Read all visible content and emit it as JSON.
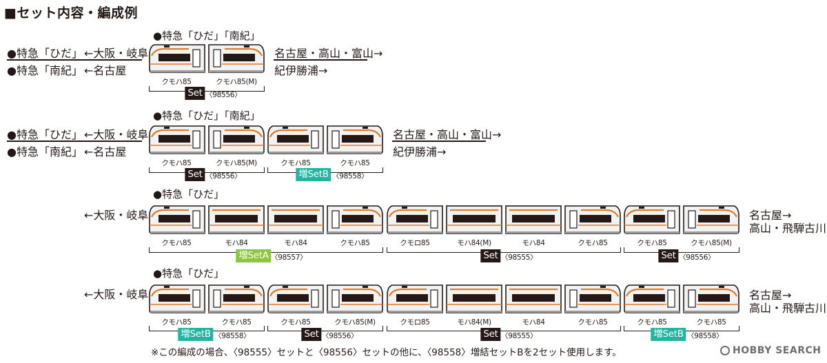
{
  "title": "■セット内容・編成例",
  "colors": {
    "accent": "#e07b2a",
    "set_dark": "#231815",
    "set_b": "#23b4a0",
    "set_a": "#8cc63f"
  },
  "rows": [
    {
      "service": "●特急「ひだ」「南紀」",
      "left_labels": [
        "●特急「ひだ」",
        "●特急「南紀」"
      ],
      "from_labels": [
        "←大阪・岐阜",
        "←名古屋"
      ],
      "to_labels": [
        "名古屋・高山・富山→",
        "紀伊勝浦→"
      ],
      "cars": [
        "クモハ85",
        "クモハ85(M)"
      ],
      "groups": [
        {
          "name": "Set",
          "code": "〈98556〉"
        }
      ]
    },
    {
      "service": "●特急「ひだ」「南紀」",
      "left_labels": [
        "●特急「ひだ」",
        "●特急「南紀」"
      ],
      "from_labels": [
        "←大阪・岐阜",
        "←名古屋"
      ],
      "to_labels": [
        "名古屋・高山・富山→",
        "紀伊勝浦→"
      ],
      "cars": [
        "クモハ85",
        "クモハ85(M)",
        "クモハ85",
        "クモハ85"
      ],
      "groups": [
        {
          "name": "Set",
          "code": "〈98556〉"
        },
        {
          "name": "増SetB",
          "code": "〈98558〉"
        }
      ]
    },
    {
      "service": "●特急「ひだ」",
      "from_labels": [
        "←大阪・岐阜"
      ],
      "to_labels": [
        "名古屋→",
        "高山・飛騨古川"
      ],
      "cars": [
        "クモハ85",
        "モハ84",
        "モハ84",
        "クモハ85",
        "クモロ85",
        "モハ84(M)",
        "モハ84",
        "クモハ85",
        "クモハ85",
        "クモハ85(M)"
      ],
      "groups": [
        {
          "name": "増SetA",
          "code": "〈98557〉"
        },
        {
          "name": "Set",
          "code": "〈98555〉"
        },
        {
          "name": "Set",
          "code": "〈98556〉"
        }
      ]
    },
    {
      "service": "●特急「ひだ」",
      "from_labels": [
        "←大阪・岐阜"
      ],
      "to_labels": [
        "名古屋→",
        "高山・飛騨古川"
      ],
      "cars": [
        "クモハ85",
        "クモハ85",
        "クモハ85",
        "クモハ85(M)",
        "クモロ85",
        "モハ84(M)",
        "モハ84",
        "クモハ85",
        "クモハ85",
        "クモハ85"
      ],
      "groups": [
        {
          "name": "増SetB",
          "code": "〈98558〉"
        },
        {
          "name": "Set",
          "code": "〈98556〉"
        },
        {
          "name": "Set",
          "code": "〈98555〉"
        },
        {
          "name": "増SetB",
          "code": "〈98558〉"
        }
      ]
    }
  ],
  "note": "※この編成の場合、〈98555〉セットと〈98556〉セットの他に、〈98558〉増結セットBを2セット使用します。",
  "watermark": "HOBBY SEARCH"
}
